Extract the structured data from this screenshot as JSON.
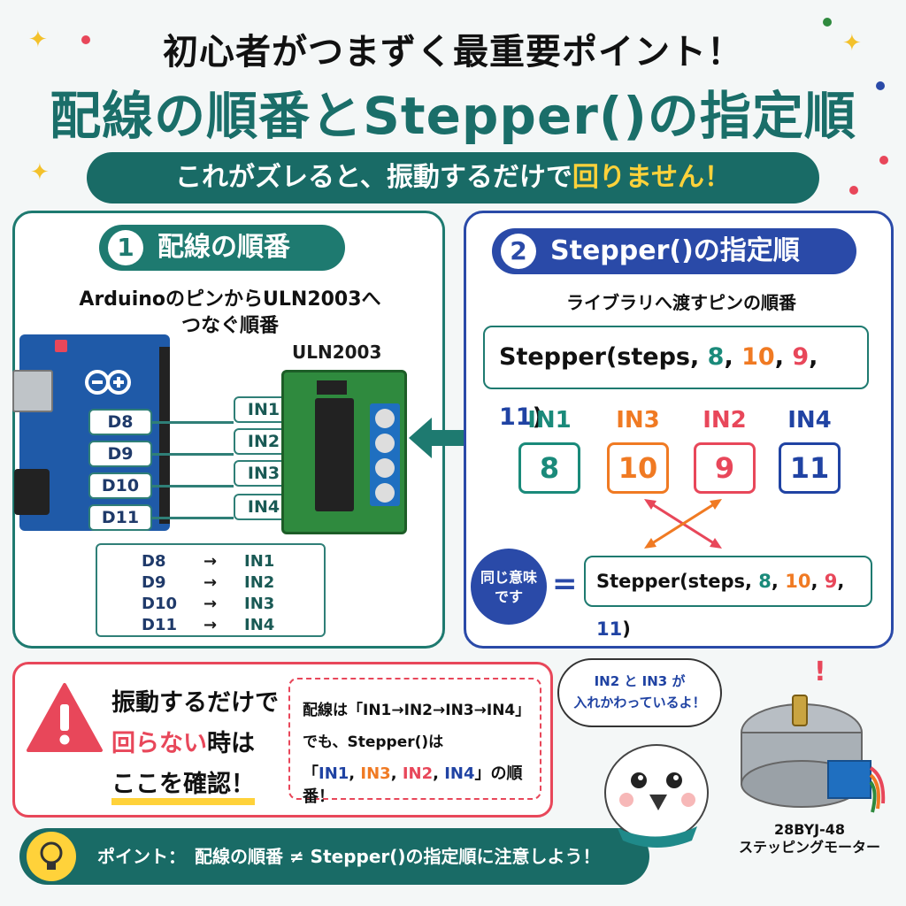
{
  "header": {
    "title_top": "初心者がつまずく最重要ポイント！",
    "title_main": "配線の順番とStepper()の指定順",
    "banner_text": "これがズレると、振動するだけで",
    "banner_highlight": "回りません！"
  },
  "left_panel": {
    "num": "1",
    "title": "配線の順番",
    "subtitle_line1": "ArduinoのピンからULN2003へ",
    "subtitle_line2": "つなぐ順番",
    "uln_label": "ULN2003",
    "arduino_pins": [
      "D8",
      "D9",
      "D10",
      "D11"
    ],
    "uln_inputs": [
      "IN1",
      "IN2",
      "IN3",
      "IN4"
    ],
    "mapping": [
      {
        "from": "D8",
        "arrow": "→",
        "to": "IN1"
      },
      {
        "from": "D9",
        "arrow": "→",
        "to": "IN2"
      },
      {
        "from": "D10",
        "arrow": "→",
        "to": "IN3"
      },
      {
        "from": "D11",
        "arrow": "→",
        "to": "IN4"
      }
    ]
  },
  "right_panel": {
    "num": "2",
    "title": "Stepper()の指定順",
    "subtitle": "ライブラリへ渡すピンの順番",
    "code_prefix": "Stepper(steps, ",
    "code_args": [
      "8",
      "10",
      "9",
      "11"
    ],
    "code_suffix": ")",
    "columns": [
      {
        "label": "IN1",
        "value": "8"
      },
      {
        "label": "IN3",
        "value": "10"
      },
      {
        "label": "IN2",
        "value": "9"
      },
      {
        "label": "IN4",
        "value": "11"
      }
    ],
    "same_meaning_line1": "同じ意味",
    "same_meaning_line2": "です",
    "equals": "="
  },
  "warning": {
    "line1": "振動するだけで",
    "line2_red": "回らない",
    "line2_rest": "時は",
    "line3": "ここを確認！",
    "detail_line1": "配線は「IN1→IN2→IN3→IN4」",
    "detail_line2": "でも、Stepper()は",
    "detail_open": "「",
    "detail_in1": "IN1",
    "detail_in3": "IN3",
    "detail_in2": "IN2",
    "detail_in4": "IN4",
    "detail_close": "」の順番！",
    "comma": ", "
  },
  "point": {
    "text": "ポイント：　配線の順番 ≠ Stepper()の指定順に注意しよう！"
  },
  "mascot": {
    "bubble_line1": "IN2 と IN3 が",
    "bubble_line2": "入れかわっているよ！"
  },
  "motor": {
    "label_line1": "28BYJ-48",
    "label_line2": "ステッピングモーター"
  },
  "colors": {
    "teal": "#196b66",
    "blue": "#2a4aa8",
    "red": "#e8475a",
    "orange": "#f07a23",
    "yellow": "#ffd23a"
  }
}
